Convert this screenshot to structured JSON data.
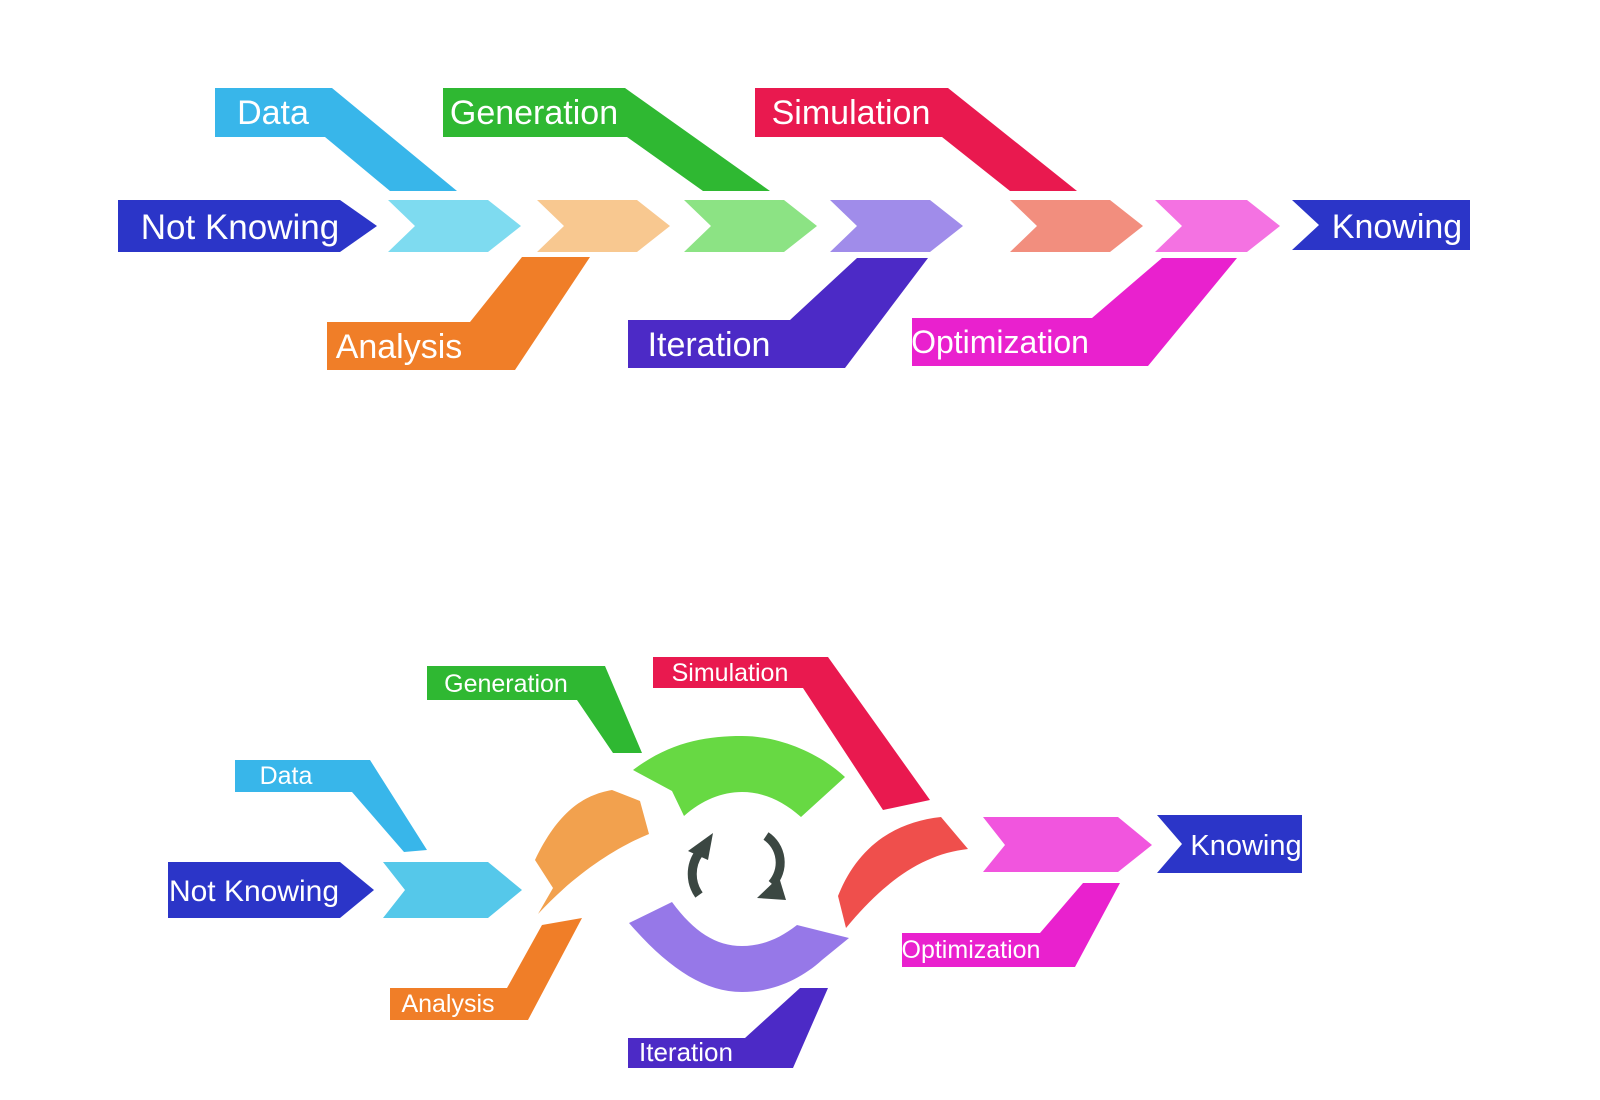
{
  "diagram_linear": {
    "start_label": "Not Knowing",
    "end_label": "Knowing",
    "inputs_top": [
      "Data",
      "Generation",
      "Simulation"
    ],
    "inputs_bottom": [
      "Analysis",
      "Iteration",
      "Optimization"
    ]
  },
  "diagram_cyclic": {
    "start_label": "Not Knowing",
    "end_label": "Knowing",
    "labels": {
      "data": "Data",
      "generation": "Generation",
      "simulation": "Simulation",
      "analysis": "Analysis",
      "iteration": "Iteration",
      "optimization": "Optimization"
    },
    "center_icon": "clockwise-cycle-arrows-icon"
  },
  "colors": {
    "background": "#ffffff",
    "knowing_blue": "#2b35c8",
    "data_blue": "#38b6ea",
    "generation_green": "#2fb832",
    "simulation_crimson": "#e9194f",
    "analysis_orange": "#f07e28",
    "iteration_indigo": "#4c2ac6",
    "optimization_magenta": "#e921ce",
    "chevron_cyan": "#7edbf0",
    "chevron_peach": "#f8c890",
    "chevron_green": "#8ce384",
    "chevron_periwinkle": "#a08cea",
    "chevron_salmon": "#f28e7e",
    "chevron_pink": "#f472e2",
    "cycle_chevron_cyan": "#55c8ea",
    "cycle_chevron_pink": "#f155de",
    "arc_green": "#67d943",
    "arc_orange": "#f2a14e",
    "arc_purple": "#9678e8",
    "arc_red": "#ef4f4c",
    "icon_dark": "#3b4742",
    "label_text": "#ffffff"
  }
}
